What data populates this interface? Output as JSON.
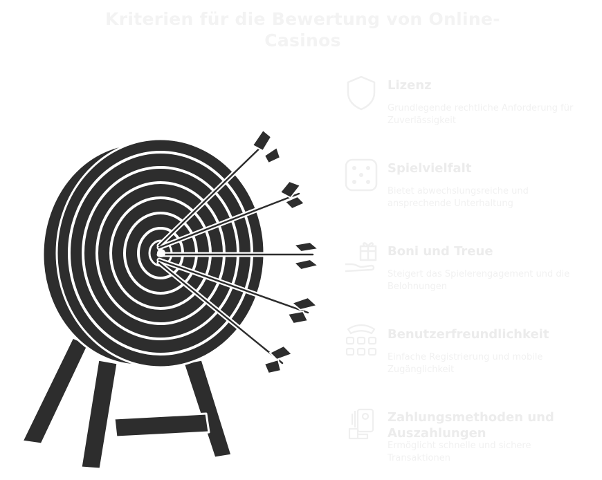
{
  "title": "Kriterien für die Bewertung von Online-Casinos",
  "colors": {
    "target": "#2d2d2d",
    "faint_text": "#ececec",
    "faint_icon": "#efefef",
    "background": "#ffffff"
  },
  "items": [
    {
      "label": "Lizenz",
      "description": "Grundlegende rechtliche Anforderung für Zuverlässigkeit",
      "icon": "shield-icon"
    },
    {
      "label": "Spielvielfalt",
      "description": "Bietet abwechslungsreiche und ansprechende Unterhaltung",
      "icon": "dice-icon"
    },
    {
      "label": "Boni und Treue",
      "description": "Steigert das Spielerengagement und die Belohnungen",
      "icon": "gift-hand-icon"
    },
    {
      "label": "Benutzerfreundlichkeit",
      "description": "Einfache Registrierung und mobile Zugänglichkeit",
      "icon": "phone-keypad-icon"
    },
    {
      "label": "Zahlungsmethoden und Auszahlungen",
      "description": "Ermöglicht schnelle und sichere Transaktionen",
      "icon": "payment-icon"
    }
  ]
}
